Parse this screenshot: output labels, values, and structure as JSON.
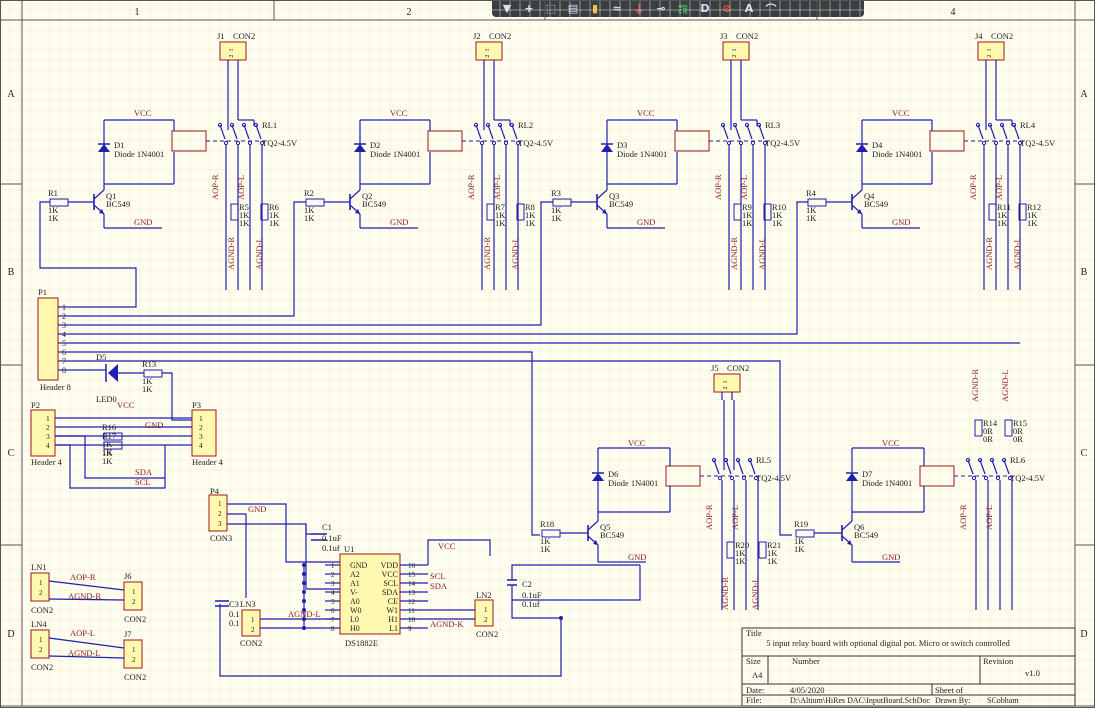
{
  "toolbar": {
    "tools": [
      {
        "icon": "filter-icon",
        "glyph": "▼"
      },
      {
        "icon": "add-icon",
        "glyph": "+"
      },
      {
        "icon": "select-rect-icon",
        "glyph": "⬚"
      },
      {
        "icon": "align-icon",
        "glyph": "▤"
      },
      {
        "icon": "part-icon",
        "glyph": "▮"
      },
      {
        "icon": "wire-icon",
        "glyph": "≈"
      },
      {
        "icon": "ground-icon",
        "glyph": "⏚"
      },
      {
        "icon": "net-label-icon",
        "glyph": "⊸"
      },
      {
        "icon": "sheet-symbol-icon",
        "glyph": "▦"
      },
      {
        "icon": "port-icon",
        "glyph": "D"
      },
      {
        "icon": "no-erc-icon",
        "glyph": "⊘"
      },
      {
        "icon": "text-icon",
        "glyph": "A"
      },
      {
        "icon": "arc-icon",
        "glyph": "⌒"
      }
    ]
  },
  "border": {
    "cols": [
      "1",
      "2",
      "3",
      "4"
    ],
    "rows": [
      "A",
      "B",
      "C",
      "D"
    ]
  },
  "title_block": {
    "title_label": "Title",
    "title": "5 input relay board with optional digital pot. Micro or switch controlled",
    "size_label": "Size",
    "size": "A4",
    "number_label": "Number",
    "revision_label": "Revision",
    "revision": "v1.0",
    "date_label": "Date:",
    "date": "4/05/2020",
    "sheet_label": "Sheet   of",
    "file_label": "File:",
    "file": "D:\\Altium\\HiRes DAC\\InputBoard.SchDoc",
    "drawn_label": "Drawn By:",
    "drawn": "SCobham"
  },
  "relay_channels": [
    {
      "conn": "J1",
      "diode": "D1",
      "q": "Q1",
      "rb": "R1",
      "ra": "R5",
      "rc": "R6",
      "rl": "RL1"
    },
    {
      "conn": "J2",
      "diode": "D2",
      "q": "Q2",
      "rb": "R2",
      "ra": "R7",
      "rc": "R8",
      "rl": "RL2"
    },
    {
      "conn": "J3",
      "diode": "D3",
      "q": "Q3",
      "rb": "R3",
      "ra": "R9",
      "rc": "R10",
      "rl": "RL3"
    },
    {
      "conn": "J4",
      "diode": "D4",
      "q": "Q4",
      "rb": "R4",
      "ra": "R11",
      "rc": "R12",
      "rl": "RL4"
    },
    {
      "conn": "J5",
      "diode": "D6",
      "q": "Q5",
      "rb": "R18",
      "ra": "R20",
      "rc": "R21",
      "rl": "RL5"
    },
    {
      "conn": "",
      "diode": "D7",
      "q": "Q6",
      "rb": "R19",
      "ra": "R14",
      "rc": "R15",
      "rl": "RL6"
    }
  ],
  "parts": {
    "con2": "CON2",
    "con3": "CON3",
    "diode": "Diode 1N4001",
    "bc549": "BC549",
    "relay": "TQ2-4.5V",
    "res": "1K",
    "zero": "0R",
    "header8": "Header 8",
    "header4": "Header 4",
    "led": "LED0",
    "cap": "0.1uF",
    "cap_short": "0.1uf",
    "cap_c3": "0.1",
    "ic": "DS1882E",
    "ic_ref": "U1"
  },
  "nets": {
    "vcc": "VCC",
    "gnd": "GND",
    "aop_r": "AOP-R",
    "aop_l": "AOP-L",
    "agnd_r": "AGND-R",
    "agnd_l": "AGND-L",
    "agnd_k": "AGND-K",
    "sda": "SDA",
    "scl": "SCL"
  },
  "ic_pins": {
    "left": [
      {
        "n": "1",
        "name": "GND"
      },
      {
        "n": "2",
        "name": "A2"
      },
      {
        "n": "3",
        "name": "A1"
      },
      {
        "n": "4",
        "name": "V-"
      },
      {
        "n": "5",
        "name": "A0"
      },
      {
        "n": "6",
        "name": "W0"
      },
      {
        "n": "7",
        "name": "L0"
      },
      {
        "n": "8",
        "name": "H0"
      }
    ],
    "right": [
      {
        "n": "16",
        "name": "VDD"
      },
      {
        "n": "15",
        "name": "VCC"
      },
      {
        "n": "14",
        "name": "SCL"
      },
      {
        "n": "13",
        "name": "SDA"
      },
      {
        "n": "12",
        "name": "CE"
      },
      {
        "n": "11",
        "name": "W1"
      },
      {
        "n": "10",
        "name": "H1"
      },
      {
        "n": "9",
        "name": "L1"
      }
    ]
  },
  "refs": {
    "p1": "P1",
    "p2": "P2",
    "p3": "P3",
    "p4": "P4",
    "d5": "D5",
    "r13": "R13",
    "r16": "R16",
    "r17": "R17",
    "c1": "C1",
    "c2": "C2",
    "c3": "C3",
    "ln1": "LN1",
    "ln2": "LN2",
    "ln3": "LN3",
    "ln4": "LN4",
    "j6": "J6",
    "j7": "J7"
  }
}
